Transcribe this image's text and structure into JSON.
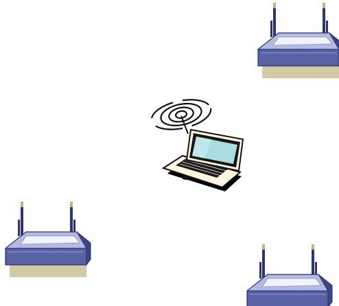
{
  "diagram": {
    "nodes": [
      {
        "id": "router-top-right",
        "kind": "wireless-router"
      },
      {
        "id": "laptop-center",
        "kind": "laptop",
        "transmitting": true
      },
      {
        "id": "router-bottom-left",
        "kind": "wireless-router"
      },
      {
        "id": "router-bottom-right",
        "kind": "wireless-router"
      }
    ]
  },
  "colors": {
    "background": "#ffffff",
    "router_top": "#b4bbe0",
    "router_front": "#5a62a6",
    "router_side": "#3e4585",
    "router_outline": "#2b3070",
    "router_shadow": "#d3c9a3",
    "antenna": "#2c3478",
    "antenna_tip": "#c9b273",
    "laptop_body": "#fff6df",
    "laptop_screen": "#a9dde2",
    "laptop_bezel": "#151515",
    "keyboard": "#1b1b1b",
    "signal_waves": "#111111"
  }
}
